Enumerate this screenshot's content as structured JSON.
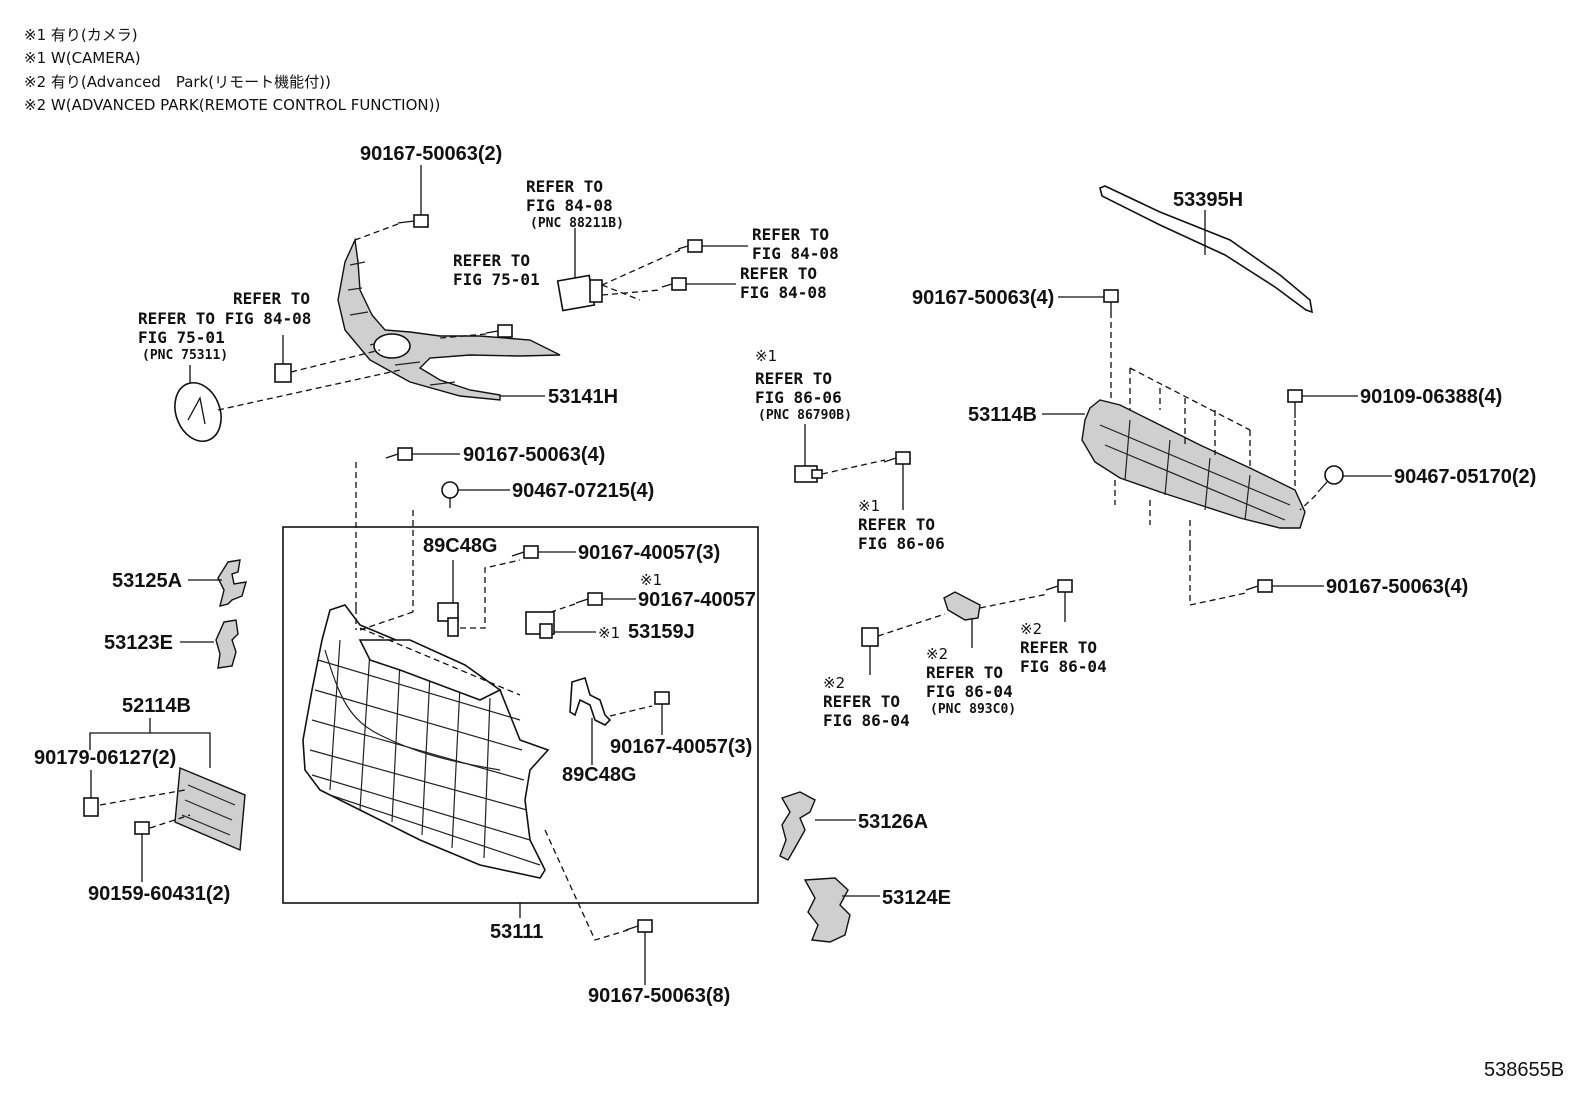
{
  "notes": [
    "※1 有り(カメラ)",
    "※1 W(CAMERA)",
    "※2 有り(Advanced　Park(リモート機能付))",
    "※2 W(ADVANCED PARK(REMOTE CONTROL FUNCTION))"
  ],
  "labels": {
    "bolt_top_left": "90167-50063(2)",
    "ref_8408_a_l1": "REFER TO",
    "ref_8408_a_l2": "FIG 84-08",
    "ref_8408_a_l3": "(PNC 88211B)",
    "ref_8408_b_l1": "REFER TO",
    "ref_8408_b_l2": "FIG 84-08",
    "ref_8408_c_l1": "REFER TO",
    "ref_8408_c_l2": "FIG 84-08",
    "ref_7501_a_l1": "REFER TO",
    "ref_7501_a_l2": "FIG 75-01",
    "ref_8408_d_l1": "REFER TO",
    "ref_8408_d_l2": "REFER TO FIG 84-08",
    "ref_7501_b_l2": "FIG 75-01",
    "ref_7501_b_l3": "(PNC 75311)",
    "part_53141h": "53141H",
    "part_53395h": "53395H",
    "bolt_right_top": "90167-50063(4)",
    "part_53114b": "53114B",
    "bolt_90109": "90109-06388(4)",
    "bolt_90467_05170": "90467-05170(2)",
    "bolt_right_bottom": "90167-50063(4)",
    "ref_8606_a_mark": "※1",
    "ref_8606_a_l1": "REFER TO",
    "ref_8606_a_l2": "FIG 86-06",
    "ref_8606_a_l3": "(PNC 86790B)",
    "ref_8606_b_mark": "※1",
    "ref_8606_b_l1": "REFER TO",
    "ref_8606_b_l2": "FIG 86-06",
    "bolt_center_top": "90167-50063(4)",
    "bolt_90467_07215": "90467-07215(4)",
    "part_89c48g_top": "89C48G",
    "bolt_40057_3_top": "90167-40057(3)",
    "mark_40057": "※1",
    "bolt_40057": "90167-40057",
    "mark_53159j": "※1",
    "part_53159j": "53159J",
    "bolt_40057_3_bottom": "90167-40057(3)",
    "part_89c48g_bottom": "89C48G",
    "part_53125a": "53125A",
    "part_53123e": "53123E",
    "part_52114b": "52114B",
    "bolt_90179": "90179-06127(2)",
    "bolt_90159": "90159-60431(2)",
    "part_53111": "53111",
    "bolt_bottom": "90167-50063(8)",
    "part_53126a": "53126A",
    "part_53124e": "53124E",
    "ref_8604_a_mark": "※2",
    "ref_8604_a_l1": "REFER TO",
    "ref_8604_a_l2": "FIG 86-04",
    "ref_8604_b_mark": "※2",
    "ref_8604_b_l1": "REFER TO",
    "ref_8604_b_l2": "FIG 86-04",
    "ref_8604_b_l3": "(PNC 893C0)",
    "ref_8604_c_mark": "※2",
    "ref_8604_c_l1": "REFER TO",
    "ref_8604_c_l2": "FIG 86-04",
    "figure_number": "538655B"
  }
}
